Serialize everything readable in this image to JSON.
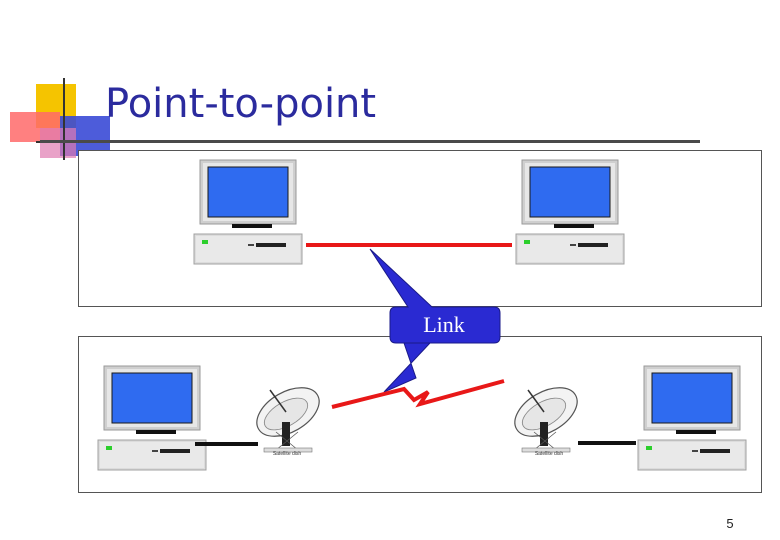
{
  "slide": {
    "title": "Point-to-point",
    "page_number": "5"
  },
  "diagram": {
    "link_label": "Link",
    "dish_left_caption": "Satellite dish",
    "dish_right_caption": "Satellite dish"
  },
  "colors": {
    "title_text": "#2b2b9e",
    "monitor_screen": "#2f6bf0",
    "link_line": "#e81818",
    "callout_fill": "#2a2ad2",
    "logo_yellow": "#f5c400",
    "logo_red": "#ff5a5a",
    "logo_blue": "#3040d0"
  },
  "icons": [
    "computer-icon",
    "satellite-dish-icon",
    "lightning-link-icon"
  ]
}
